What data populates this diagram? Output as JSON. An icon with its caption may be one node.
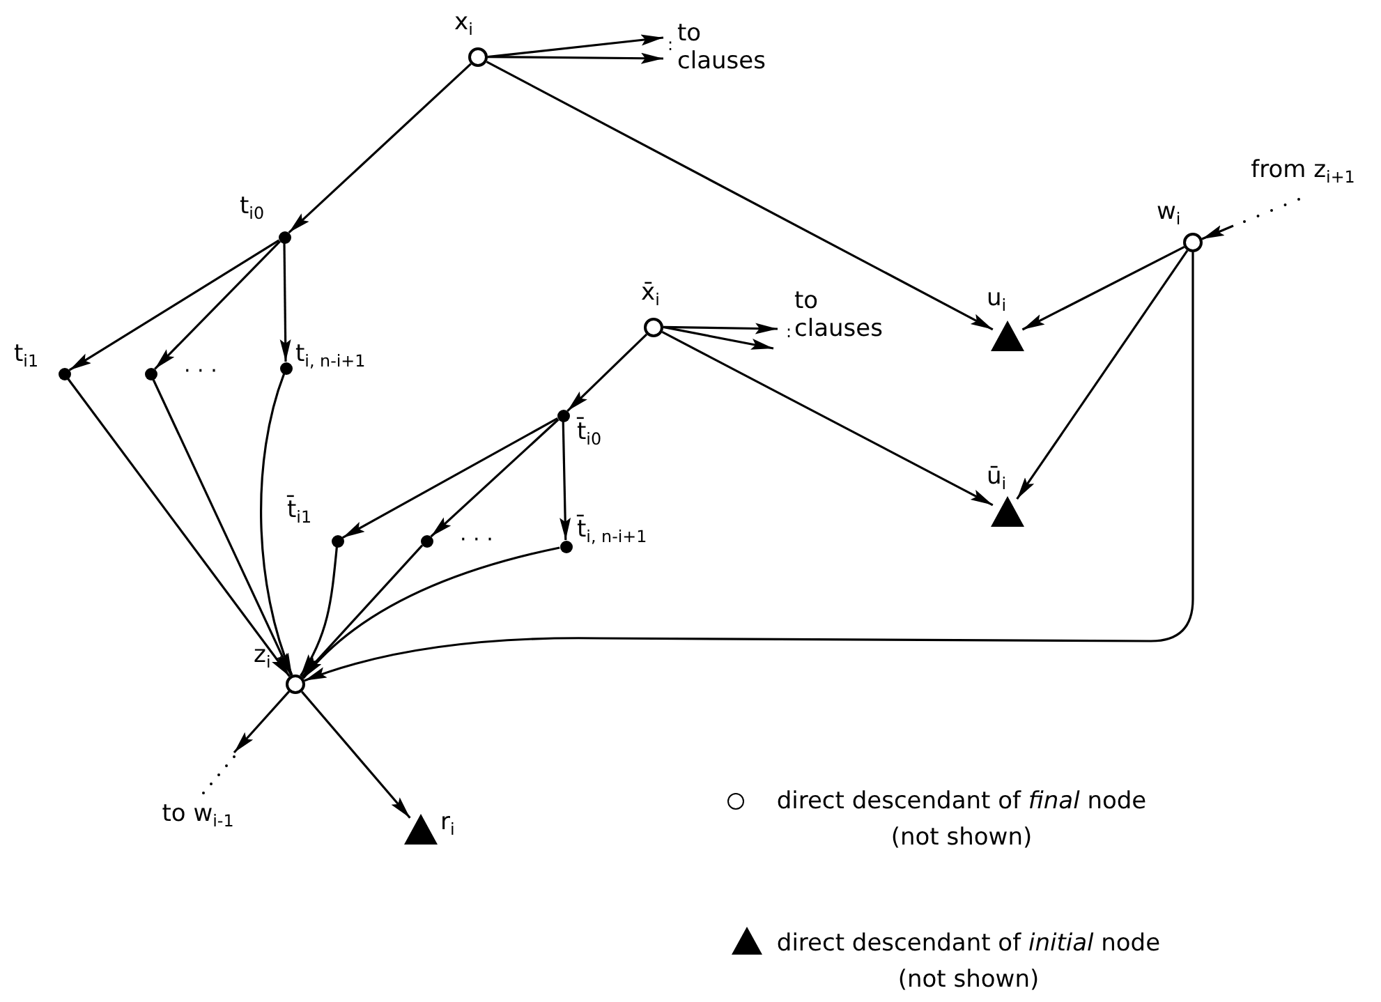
{
  "diagram": {
    "nodes": [
      {
        "text": [
          "x$_{i}$"
        ]
      },
      {
        "text": [
          "t$_{i0}$"
        ]
      },
      {
        "text": [
          "t$_{i1}$"
        ]
      },
      {
        "text": [],
        "shape": "circle"
      },
      {
        "text": [
          "t$_{i, n-i+1}$"
        ]
      },
      {
        "text": [
          "x̄$_{i}$"
        ]
      },
      {
        "text": [
          "t̄$_{i0}$"
        ]
      },
      {
        "text": [
          "t̄$_{i1}$"
        ]
      },
      {
        "text": [],
        "shape": "circle"
      },
      {
        "text": [
          "t̄$_{i, n-i+1}$"
        ]
      },
      {
        "text": [
          "z$_{i}$"
        ]
      },
      {
        "text": [
          "u$_{i}$"
        ]
      },
      {
        "text": [
          "ū$_{i}$"
        ]
      },
      {
        "text": [
          "w$_{i}$"
        ]
      },
      {
        "text": [
          "r$_{i}$"
        ]
      },
      {
        "text": [
          "to clauses"
        ]
      },
      {
        "text": [
          "to clauses"
        ]
      },
      {
        "text": [
          "from z$_{i+1}$"
        ]
      },
      {
        "text": [
          "to w$_{i-1}$"
        ]
      }
    ],
    "edges": [
      {
        "from": 0,
        "to": 15,
        "arrow": "to"
      },
      {
        "from": 0,
        "to": 15,
        "arrow": "to"
      },
      {
        "from": 0,
        "to": 1,
        "arrow": "to"
      },
      {
        "from": 0,
        "to": 11,
        "arrow": "to"
      },
      {
        "from": 1,
        "to": 2,
        "arrow": "to"
      },
      {
        "from": 1,
        "to": 3,
        "arrow": "to"
      },
      {
        "from": 1,
        "to": 4,
        "arrow": "to"
      },
      {
        "from": 2,
        "to": 10,
        "arrow": "to"
      },
      {
        "from": 3,
        "to": 10,
        "arrow": "to"
      },
      {
        "from": 4,
        "to": 10,
        "arrow": "to"
      },
      {
        "from": 5,
        "to": 16,
        "arrow": "to"
      },
      {
        "from": 5,
        "to": 16,
        "arrow": "to"
      },
      {
        "from": 5,
        "to": 6,
        "arrow": "to"
      },
      {
        "from": 5,
        "to": 12,
        "arrow": "to"
      },
      {
        "from": 6,
        "to": 7,
        "arrow": "to"
      },
      {
        "from": 6,
        "to": 8,
        "arrow": "to"
      },
      {
        "from": 6,
        "to": 9,
        "arrow": "to"
      },
      {
        "from": 7,
        "to": 10,
        "arrow": "to"
      },
      {
        "from": 8,
        "to": 10,
        "arrow": "to"
      },
      {
        "from": 9,
        "to": 10,
        "arrow": "to"
      },
      {
        "from": 13,
        "to": 11,
        "arrow": "to"
      },
      {
        "from": 13,
        "to": 12,
        "arrow": "to"
      },
      {
        "from": 13,
        "to": 10,
        "arrow": "to"
      },
      {
        "from": 17,
        "to": 13,
        "arrow": "to"
      },
      {
        "from": 10,
        "to": 18,
        "arrow": "to"
      },
      {
        "from": 10,
        "to": 14,
        "arrow": "to"
      }
    ],
    "labels": [
      ":",
      ":",
      "· · ·",
      "· · ·"
    ],
    "legend": [
      {
        "text": "direct descendant of *final* node (not shown)"
      },
      {
        "text": "direct descendant of *initial* node (not shown)"
      }
    ]
  }
}
